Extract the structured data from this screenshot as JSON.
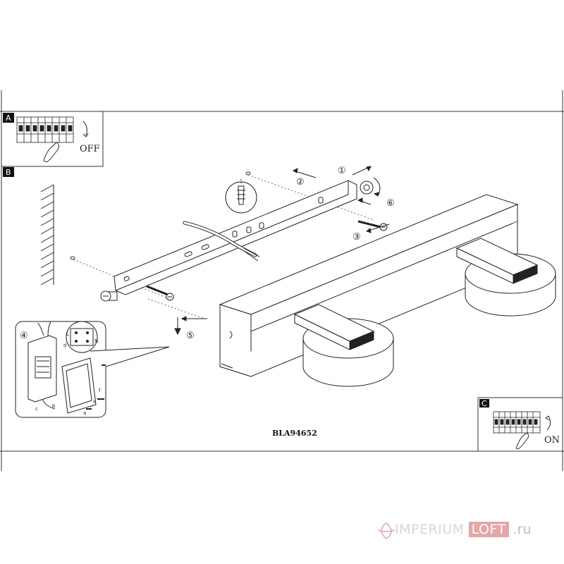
{
  "panels": {
    "a": {
      "tag": "A",
      "switch_label": "OFF"
    },
    "b": {
      "tag": "B"
    },
    "c": {
      "tag": "C",
      "switch_label": "ON"
    }
  },
  "steps": {
    "s1": "①",
    "s2": "②",
    "s3": "③",
    "s4": "④",
    "s5": "⑤",
    "s6": "⑥"
  },
  "wiring_letters": {
    "a": "a",
    "b": "b",
    "c": "c",
    "d": "d",
    "e": "e",
    "f": "f"
  },
  "terminal_labels": {
    "l": "L",
    "n": "N"
  },
  "model_code": "BLA94652",
  "watermark": {
    "part1": "IMPERIUM",
    "part2": "LOFT",
    "part3": ".ru"
  }
}
